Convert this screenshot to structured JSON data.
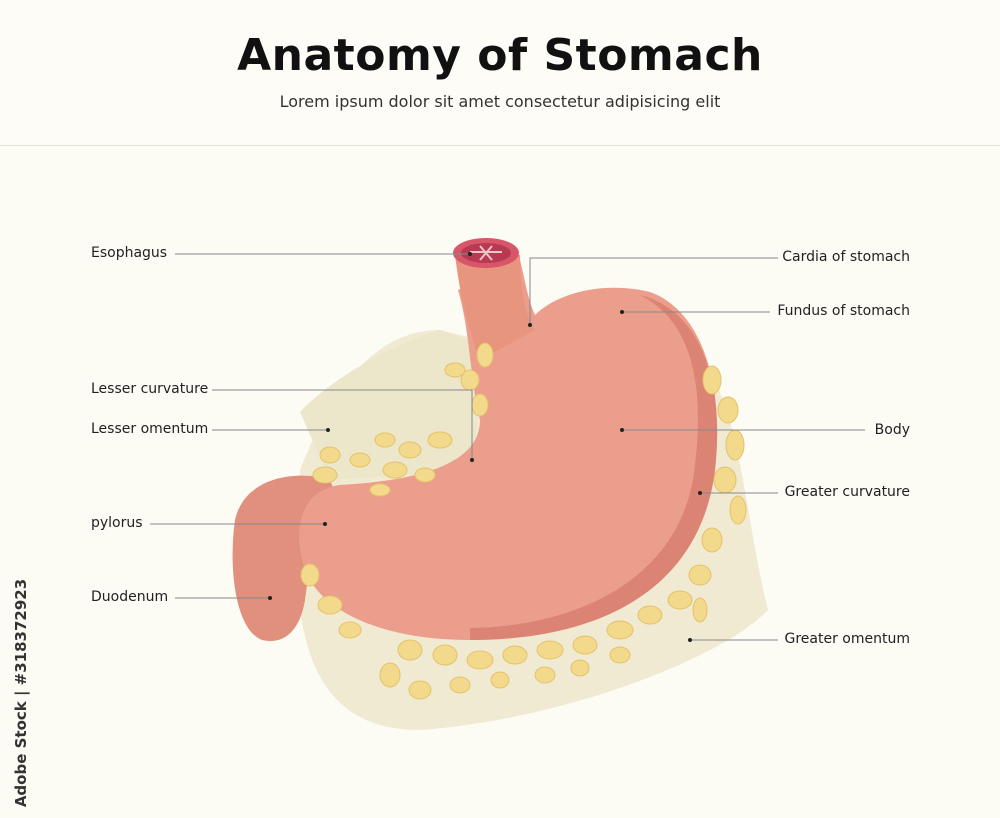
{
  "header": {
    "title": "Anatomy of Stomach",
    "subtitle": "Lorem ipsum dolor sit amet consectetur adipisicing elit"
  },
  "labels_left": {
    "esophagus": "Esophagus",
    "lesser_curvature": "Lesser curvature",
    "lesser_omentum": "Lesser omentum",
    "pylorus": "pylorus",
    "duodenum": "Duodenum"
  },
  "labels_right": {
    "cardia": "Cardia of stomach",
    "fundus": "Fundus of stomach",
    "body": "Body",
    "greater_curvature": "Greater curvature",
    "greater_omentum": "Greater omentum"
  },
  "side_id": "Adobe Stock | #318372923",
  "colors": {
    "stomach": "#ea9e8b",
    "stomach_shadow": "#dc8473",
    "fat": "#f3d98b",
    "omentum": "#eee8cf",
    "leader_line": "#888888"
  }
}
